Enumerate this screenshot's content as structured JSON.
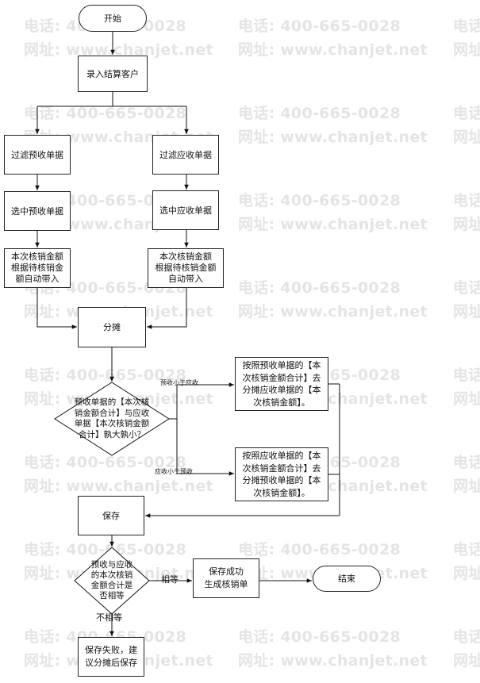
{
  "watermark": {
    "phone": "电话: 400-665-0028",
    "site": "网址: www.chanjet.net",
    "phone_edge": "电话",
    "site_edge": "网址"
  },
  "flowchart": {
    "start": "开始",
    "input_customer": "录入结算客户",
    "filter_prepaid": "过滤预收单据",
    "filter_receivable": "过滤应收单据",
    "select_prepaid": "选中预收单据",
    "select_receivable": "选中应收单据",
    "auto_amount_left": "本次核销金额\n根据待核销金\n额自动带入",
    "auto_amount_right": "本次核销金额\n根据待核销金额\n自动带入",
    "allocate": "分摊",
    "compare_question": "预收单据的【本次核\n销金额合计】与应收\n单据【本次核销金额\n合计】孰大孰小？",
    "label_prepaid_less": "预收小于应收",
    "label_receivable_less": "应收小于预收",
    "rule_prepaid_total": "按照预收单据的【本\n次核销金额合计】去\n分摊应收单据的【本\n次核销金额】。",
    "rule_receivable_total": "按照应收单据的【本\n次核销金额合计】去\n分摊预收单据的【本\n次核销金额】。",
    "save": "保存",
    "equal_question": "预收与应收\n的本次核销\n金额合计是\n否相等",
    "label_equal": "相等",
    "label_not_equal": "不相等",
    "save_success": "保存成功\n生成核销单",
    "end": "结束",
    "save_fail": "保存失败，建\n议分摊后保存"
  }
}
